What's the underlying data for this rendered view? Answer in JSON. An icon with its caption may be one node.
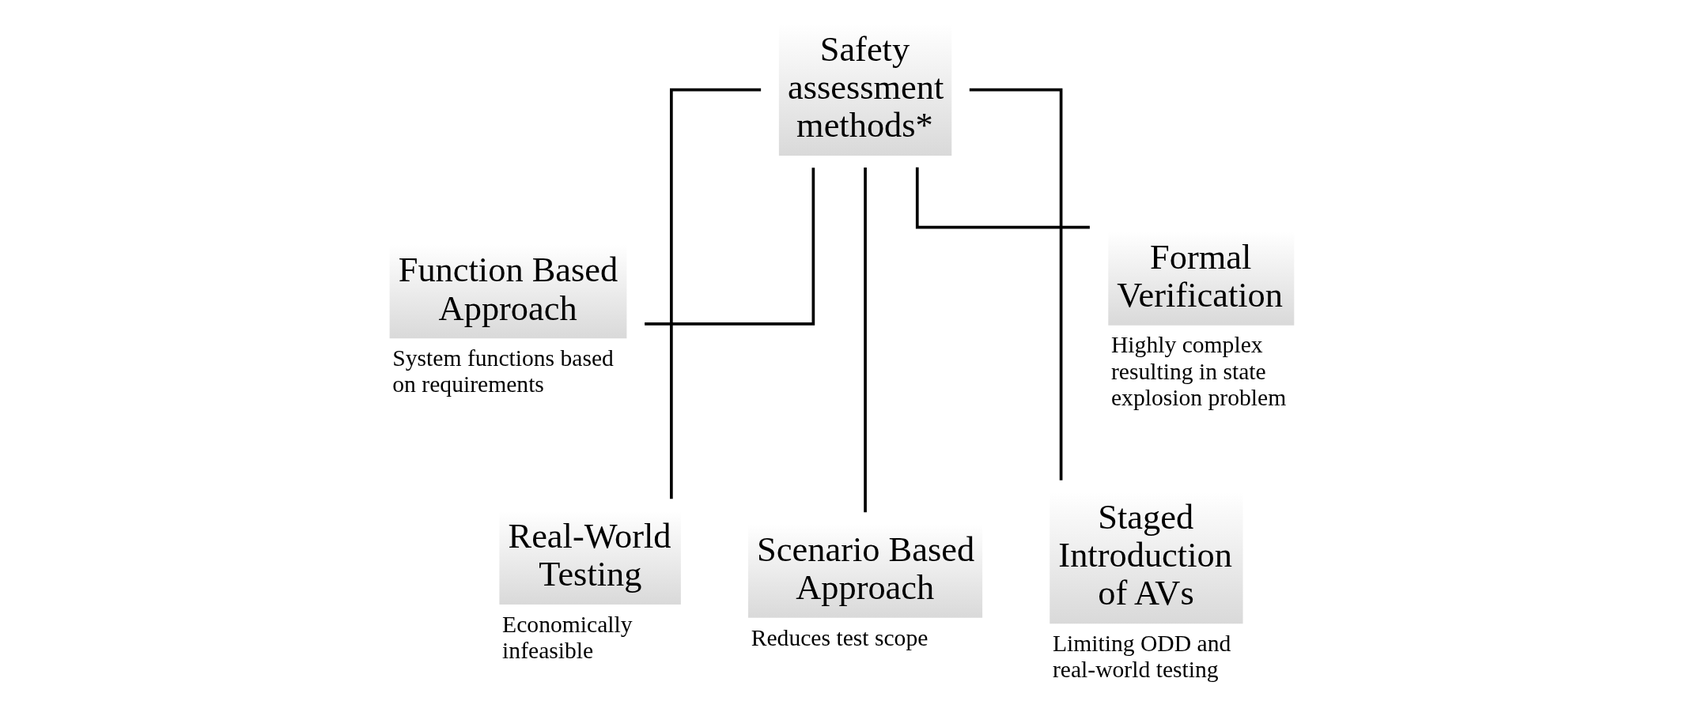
{
  "diagram": {
    "nodes": [
      {
        "text": [
          "Safety assessment methods*"
        ]
      },
      {
        "text": [
          "Function Based Approach"
        ],
        "beside": [
          "System functions based on requirements"
        ]
      },
      {
        "text": [
          "Real-World Testing"
        ],
        "beside": [
          "Economically infeasible"
        ]
      },
      {
        "text": [
          "Scenario Based Approach"
        ],
        "beside": [
          "Reduces test scope"
        ]
      },
      {
        "text": [
          "Staged Introduction of AVs"
        ],
        "beside": [
          "Limiting ODD and real-world testing"
        ]
      },
      {
        "text": [
          "Formal Verification"
        ],
        "beside": [
          "Highly complex resulting in state explosion problem"
        ]
      }
    ],
    "edges": [
      {
        "from": 0,
        "to": 1,
        "arrow": "none"
      },
      {
        "from": 0,
        "to": 5,
        "arrow": "none"
      },
      {
        "from": 0,
        "to": 2,
        "arrow": "none"
      },
      {
        "from": 0,
        "to": 3,
        "arrow": "none"
      },
      {
        "from": 0,
        "to": 4,
        "arrow": "none"
      }
    ]
  }
}
